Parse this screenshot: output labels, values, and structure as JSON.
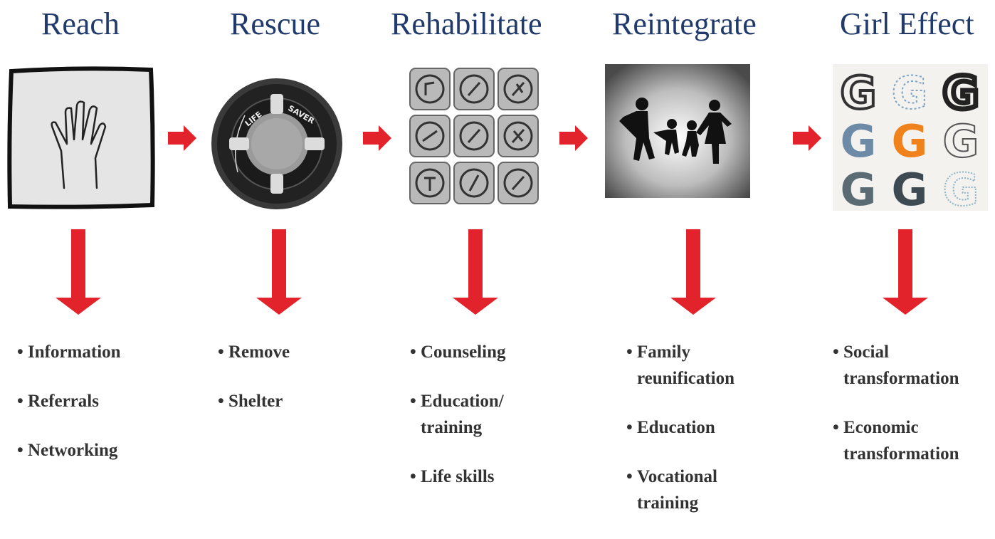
{
  "stages": [
    {
      "title": "Reach",
      "icon": "raised-hand-icon",
      "items": [
        "Information",
        "Referrals",
        "Networking"
      ]
    },
    {
      "title": "Rescue",
      "icon": "life-saver-ring-icon",
      "icon_text": "LIFE SAVER",
      "items": [
        "Remove",
        "Shelter"
      ]
    },
    {
      "title": "Rehabilitate",
      "icon": "tools-grid-icon",
      "items": [
        "Counseling",
        "Education/ training",
        "Life skills"
      ]
    },
    {
      "title": "Reintegrate",
      "icon": "family-silhouette-icon",
      "items": [
        "Family reunification",
        "Education",
        "Vocational training"
      ]
    },
    {
      "title": "Girl Effect",
      "icon": "g-logo-grid-icon",
      "items": [
        "Social transformation",
        "Economic transformation"
      ]
    }
  ],
  "colors": {
    "title": "#1f3a6b",
    "arrow": "#e3232b",
    "text": "#333333",
    "accent": "#f0821e"
  }
}
